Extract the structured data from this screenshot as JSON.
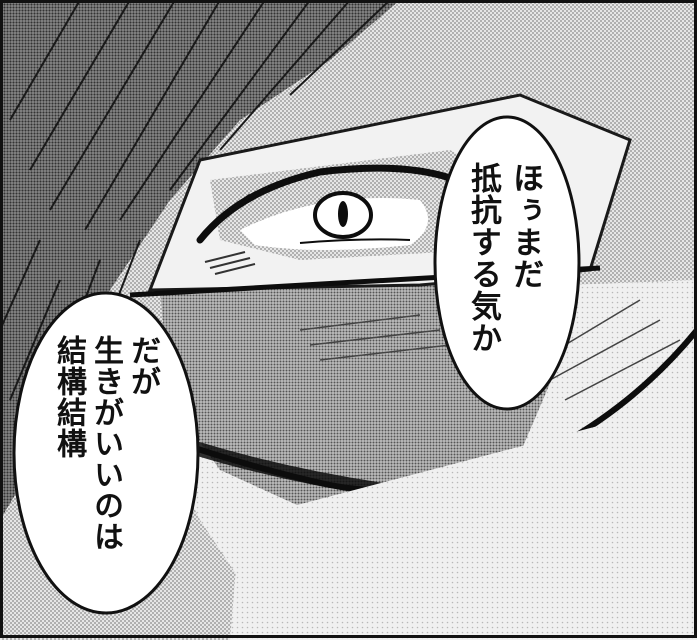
{
  "panel": {
    "bubble_right": {
      "lines": [
        "ほぅまだ",
        "抵抗する気か"
      ]
    },
    "bubble_left": {
      "lines": [
        "だが",
        "生きがいいのは",
        "結構結構"
      ]
    }
  }
}
